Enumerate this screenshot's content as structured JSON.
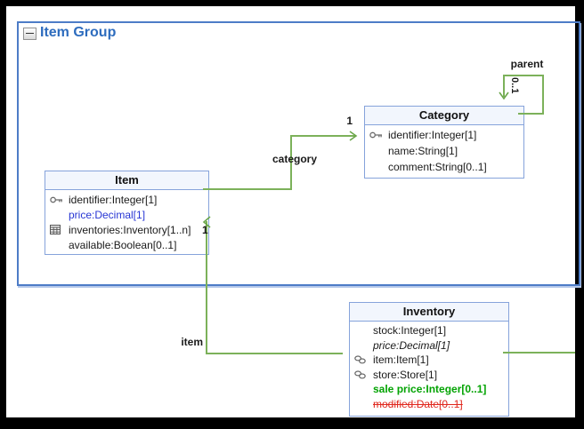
{
  "group": {
    "title": "Item Group",
    "collapse_icon": "minus"
  },
  "classes": {
    "item": {
      "title": "Item",
      "attributes": [
        {
          "icon": "key",
          "text": "identifier:Integer[1]",
          "style": "default"
        },
        {
          "icon": "none",
          "text": "price:Decimal[1]",
          "style": "blue"
        },
        {
          "icon": "table",
          "text": "inventories:Inventory[1..n]",
          "style": "default"
        },
        {
          "icon": "none",
          "text": "available:Boolean[0..1]",
          "style": "default"
        }
      ]
    },
    "category": {
      "title": "Category",
      "attributes": [
        {
          "icon": "key",
          "text": "identifier:Integer[1]",
          "style": "default"
        },
        {
          "icon": "none",
          "text": "name:String[1]",
          "style": "default"
        },
        {
          "icon": "none",
          "text": "comment:String[0..1]",
          "style": "default"
        }
      ]
    },
    "inventory": {
      "title": "Inventory",
      "attributes": [
        {
          "icon": "none",
          "text": "stock:Integer[1]",
          "style": "default"
        },
        {
          "icon": "none",
          "text": "price:Decimal[1]",
          "style": "italic"
        },
        {
          "icon": "link",
          "text": "item:Item[1]",
          "style": "default"
        },
        {
          "icon": "link",
          "text": "store:Store[1]",
          "style": "default"
        },
        {
          "icon": "none",
          "text": "sale price:Integer[0..1]",
          "style": "green-bold"
        },
        {
          "icon": "none",
          "text": "modified:Date[0..1]",
          "style": "red-strike"
        }
      ]
    }
  },
  "connectors": {
    "category": {
      "label": "category",
      "multiplicity": "1"
    },
    "item": {
      "label": "item",
      "multiplicity": "1"
    },
    "parent": {
      "label": "parent",
      "multiplicity": "0..1"
    },
    "store": {
      "label": ""
    }
  },
  "colors": {
    "group_border": "#4d7cc7",
    "group_title": "#2d6cbe",
    "entity_border": "#86a3db",
    "entity_header_fill": "#f2f6fd",
    "edge_green": "#7cb15a",
    "attr_blue": "#2736d4",
    "attr_green": "#02a302",
    "attr_red": "#e0281e",
    "frame": "#000000",
    "canvas": "#ffffff"
  }
}
